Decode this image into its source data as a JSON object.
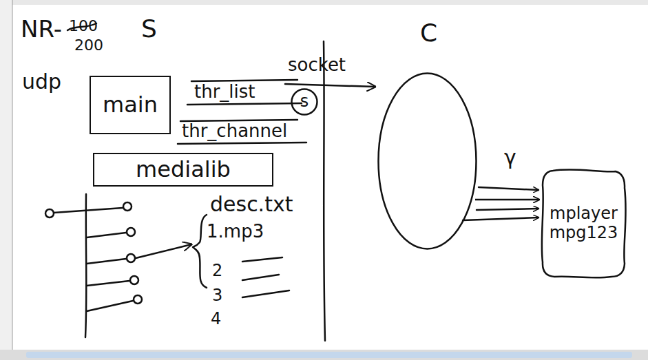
{
  "diagram": {
    "nodes": [
      {
        "text": [
          "main"
        ]
      },
      {
        "text": [
          "s"
        ]
      },
      {
        "text": [
          "medialib"
        ]
      },
      {
        "text": [
          "C"
        ]
      },
      {
        "text": [
          "mplayer",
          "mpg123"
        ]
      }
    ],
    "edges": [
      {
        "from": 3,
        "to": 4,
        "arrow": "to"
      }
    ],
    "labels": [
      "NR-",
      "100",
      "200",
      "S",
      "udp",
      "thr_list",
      "thr_channel",
      "socket",
      "desc.txt",
      "1.mp3",
      "2",
      "3",
      "4",
      "γ"
    ]
  }
}
